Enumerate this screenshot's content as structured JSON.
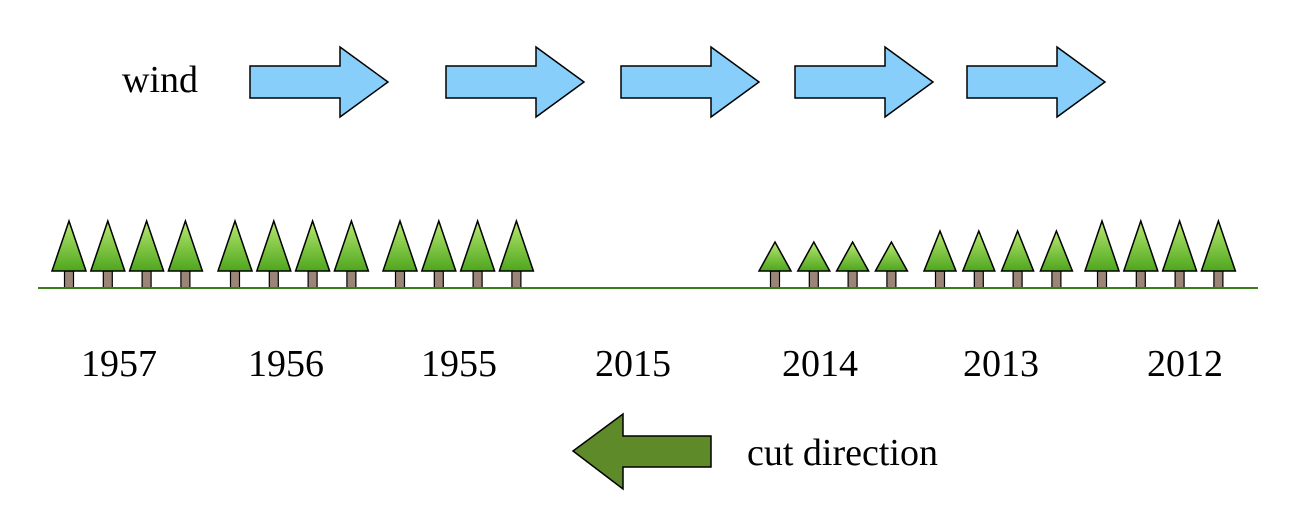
{
  "wind": {
    "label": "wind",
    "arrow_count": 5,
    "arrow_color": "#87cefa"
  },
  "stands": [
    {
      "year": "1957",
      "tree_count": 4,
      "tree_size": "tall"
    },
    {
      "year": "1956",
      "tree_count": 4,
      "tree_size": "tall"
    },
    {
      "year": "1955",
      "tree_count": 4,
      "tree_size": "tall"
    },
    {
      "year": "2015",
      "tree_count": 0,
      "tree_size": "none"
    },
    {
      "year": "2014",
      "tree_count": 4,
      "tree_size": "small"
    },
    {
      "year": "2013",
      "tree_count": 4,
      "tree_size": "medium"
    },
    {
      "year": "2012",
      "tree_count": 4,
      "tree_size": "tall"
    }
  ],
  "cut": {
    "label": "cut direction",
    "arrow_color": "#5e8a2a",
    "direction": "left"
  },
  "colors": {
    "ground_line": "#3a7d1a",
    "tree_crown_top": "#b8e870",
    "tree_crown_bottom": "#4ea61e",
    "trunk": "#9b8579",
    "outline": "#000000"
  }
}
